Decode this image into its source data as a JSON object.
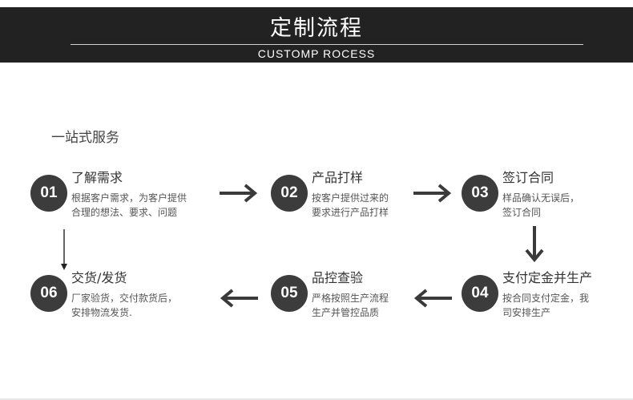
{
  "header": {
    "title": "定制流程",
    "subtitle": "CUSTOMP ROCESS"
  },
  "section_label": "一站式服务",
  "steps": [
    {
      "number": "01",
      "title": "了解需求",
      "desc_line1": "根据客户需求，为客户提供",
      "desc_line2": "合理的想法、要求、问题"
    },
    {
      "number": "02",
      "title": "产品打样",
      "desc_line1": "按客户提供过来的",
      "desc_line2": "要求进行产品打样"
    },
    {
      "number": "03",
      "title": "签订合同",
      "desc_line1": "样品确认无误后，",
      "desc_line2": "签订合同"
    },
    {
      "number": "04",
      "title": "支付定金并生产",
      "desc_line1": "按合同支付定金，我",
      "desc_line2": "司安排生产"
    },
    {
      "number": "05",
      "title": "品控查验",
      "desc_line1": "严格按照生产流程",
      "desc_line2": "生产并管控品质"
    },
    {
      "number": "06",
      "title": "交货/发货",
      "desc_line1": "厂家验货，交付款货后，",
      "desc_line2": "安排物流发货."
    }
  ],
  "colors": {
    "header_bg": "#222222",
    "circle_bg": "#3c3c3c",
    "arrow": "#3a3a3a"
  },
  "icons": [
    "arrow-right-icon",
    "arrow-down-icon",
    "arrow-left-icon"
  ]
}
